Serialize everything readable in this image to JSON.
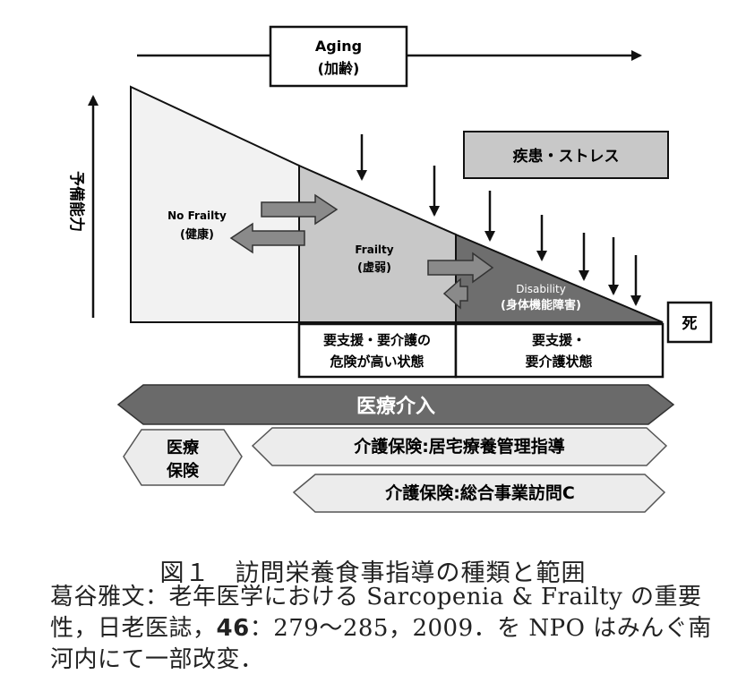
{
  "aging": {
    "line1": "Aging",
    "line2": "(加齢)"
  },
  "y_axis_label": "予備能力",
  "stages": {
    "no_frailty": {
      "line1": "No Frailty",
      "line2": "(健康)"
    },
    "frailty": {
      "line1": "Frailty",
      "line2": "(虚弱)"
    },
    "disability": {
      "line1": "Disability",
      "line2": "(身体機能障害)"
    }
  },
  "stress_box": "疾患・ストレス",
  "death_box": "死",
  "risk_box": {
    "line1": "要支援・要介護の",
    "line2": "危険が高い状態"
  },
  "care_box": {
    "line1": "要支援・",
    "line2": "要介護状態"
  },
  "medical_intervention": "医療介入",
  "medical_insurance": {
    "line1": "医療",
    "line2": "保険"
  },
  "home_care": "介護保険:居宅療養管理指導",
  "general_service": "介護保険:総合事業訪問C",
  "colors": {
    "no_frailty_fill": "#f2f2f2",
    "frailty_fill": "#c8c8c8",
    "disability_fill": "#6e6e6e",
    "intervention_band": "#6a6a6a",
    "arrow_fill": "#8a8a8a",
    "light_band": "#ececec"
  },
  "caption": {
    "title": "図１　訪問栄養食事指導の種類と範囲",
    "citation_part1": "葛谷雅文：老年医学における Sarcopenia & Frailty の重要性，日老医誌，",
    "citation_volume": "46",
    "citation_part2": "：279～285，2009．を NPO はみんぐ南河内にて一部改変．"
  }
}
